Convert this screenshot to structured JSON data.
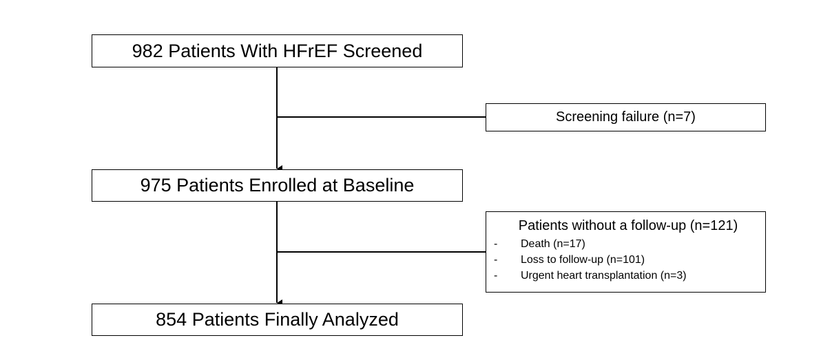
{
  "flowchart": {
    "screened": "982 Patients With HFrEF Screened",
    "screening_failure": "Screening failure (n=7)",
    "enrolled": "975 Patients Enrolled at Baseline",
    "no_followup": {
      "title": "Patients without a follow-up (n=121)",
      "items": [
        "Death (n=17)",
        "Loss to follow-up (n=101)",
        "Urgent heart transplantation (n=3)"
      ],
      "bullet": "-"
    },
    "analyzed": "854 Patients Finally Analyzed"
  }
}
